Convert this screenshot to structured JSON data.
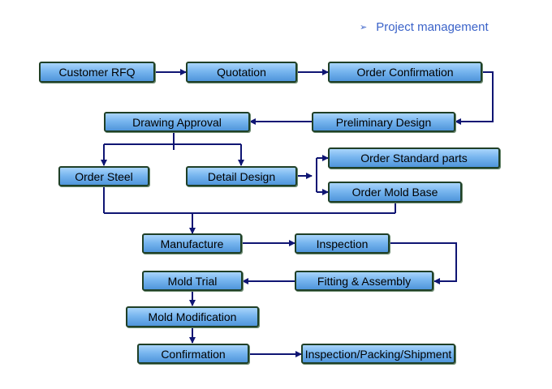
{
  "header": {
    "bullet": "➢",
    "title": "Project management"
  },
  "steps": {
    "customer_rfq": "Customer RFQ",
    "quotation": "Quotation",
    "order_confirmation": "Order Confirmation",
    "preliminary_design": "Preliminary Design",
    "drawing_approval": "Drawing Approval",
    "order_steel": "Order Steel",
    "detail_design": "Detail  Design",
    "order_standard_parts": "Order Standard parts",
    "order_mold_base": "Order Mold Base",
    "manufacture": "Manufacture",
    "inspection": "Inspection",
    "fitting_assembly": "Fitting & Assembly",
    "mold_trial": "Mold Trial",
    "mold_modification": "Mold Modification",
    "confirmation": "Confirmation",
    "inspection_packing_shipment": "Inspection/Packing/Shipment"
  },
  "colors": {
    "connector": "#0f1573",
    "box_border": "#1f3f26",
    "box_fill_top": "#a9d4fb",
    "box_fill_bottom": "#4f95db",
    "header_text": "#3b63c9"
  }
}
